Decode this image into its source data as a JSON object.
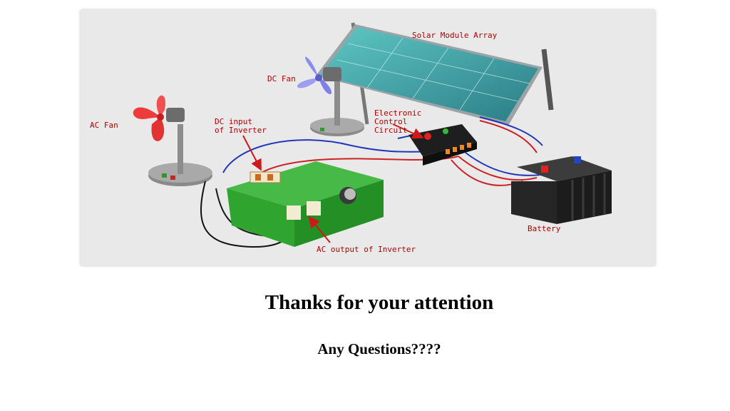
{
  "diagram": {
    "labels": {
      "solar_array": "Solar Module Array",
      "dc_fan": "DC Fan",
      "ac_fan": "AC Fan",
      "dc_input_line1": "DC input",
      "dc_input_line2": "of Inverter",
      "control_line1": "Electronic",
      "control_line2": "Control",
      "control_line3": "Circuit",
      "battery": "Battery",
      "ac_output": "AC output of Inverter"
    },
    "icons": [
      "solar-panel-icon",
      "fan-icon",
      "inverter-icon",
      "controller-icon",
      "battery-icon",
      "arrow-icon"
    ],
    "colors": {
      "label_text": "#b00000",
      "arrow": "#d01818",
      "solar_panel": "#3f9ea0",
      "inverter": "#2fa52f",
      "ac_fan_blades": "#ee3b3b",
      "dc_fan_blades": "#8a8df0",
      "battery": "#2a2a2a",
      "wire_red": "#cc2222",
      "wire_blue": "#2238b8"
    }
  },
  "text": {
    "heading": "Thanks for your attention",
    "subheading": "Any Questions????"
  }
}
